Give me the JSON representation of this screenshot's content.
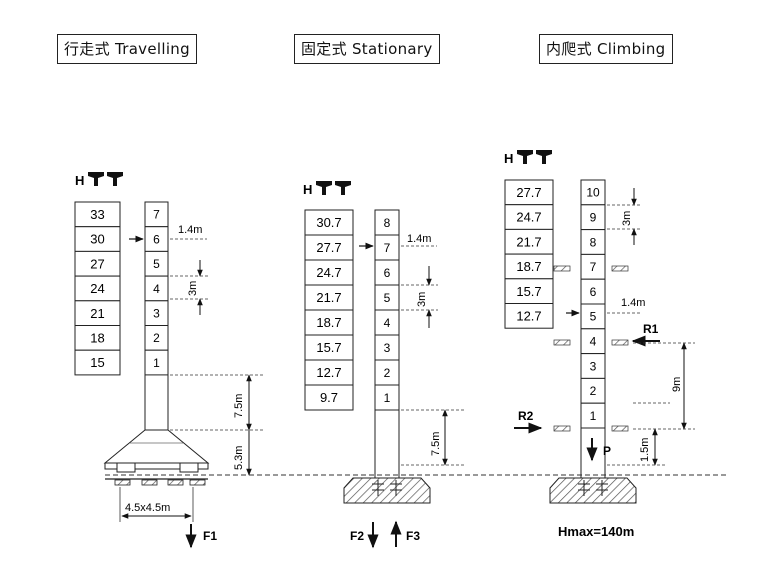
{
  "titles": {
    "travelling": "行走式 Travelling",
    "stationary": "固定式 Stationary",
    "climbing": "内爬式  Climbing"
  },
  "h_label": "H",
  "travelling": {
    "heights": [
      "33",
      "30",
      "27",
      "24",
      "21",
      "18",
      "15"
    ],
    "sections": [
      "7",
      "6",
      "5",
      "4",
      "3",
      "2",
      "1"
    ],
    "dim_tie": "1.4m",
    "dim_section": "3m",
    "dim_base1": "7.5m",
    "dim_base2": "5.3m",
    "dim_base_width": "4.5x4.5m",
    "force": "F1"
  },
  "stationary": {
    "heights": [
      "30.7",
      "27.7",
      "24.7",
      "21.7",
      "18.7",
      "15.7",
      "12.7",
      "9.7"
    ],
    "sections": [
      "8",
      "7",
      "6",
      "5",
      "4",
      "3",
      "2",
      "1"
    ],
    "dim_tie": "1.4m",
    "dim_section": "3m",
    "dim_base": "7.5m",
    "force_down": "F2",
    "force_up": "F3"
  },
  "climbing": {
    "heights": [
      "27.7",
      "24.7",
      "21.7",
      "18.7",
      "15.7",
      "12.7"
    ],
    "sections": [
      "10",
      "9",
      "8",
      "7",
      "6",
      "5",
      "4",
      "3",
      "2",
      "1"
    ],
    "dim_section": "3m",
    "dim_tie": "1.4m",
    "dim_climb": "9m",
    "dim_base": "1.5m",
    "reaction1": "R1",
    "reaction2": "R2",
    "load": "P",
    "hmax": "Hmax=140m"
  }
}
